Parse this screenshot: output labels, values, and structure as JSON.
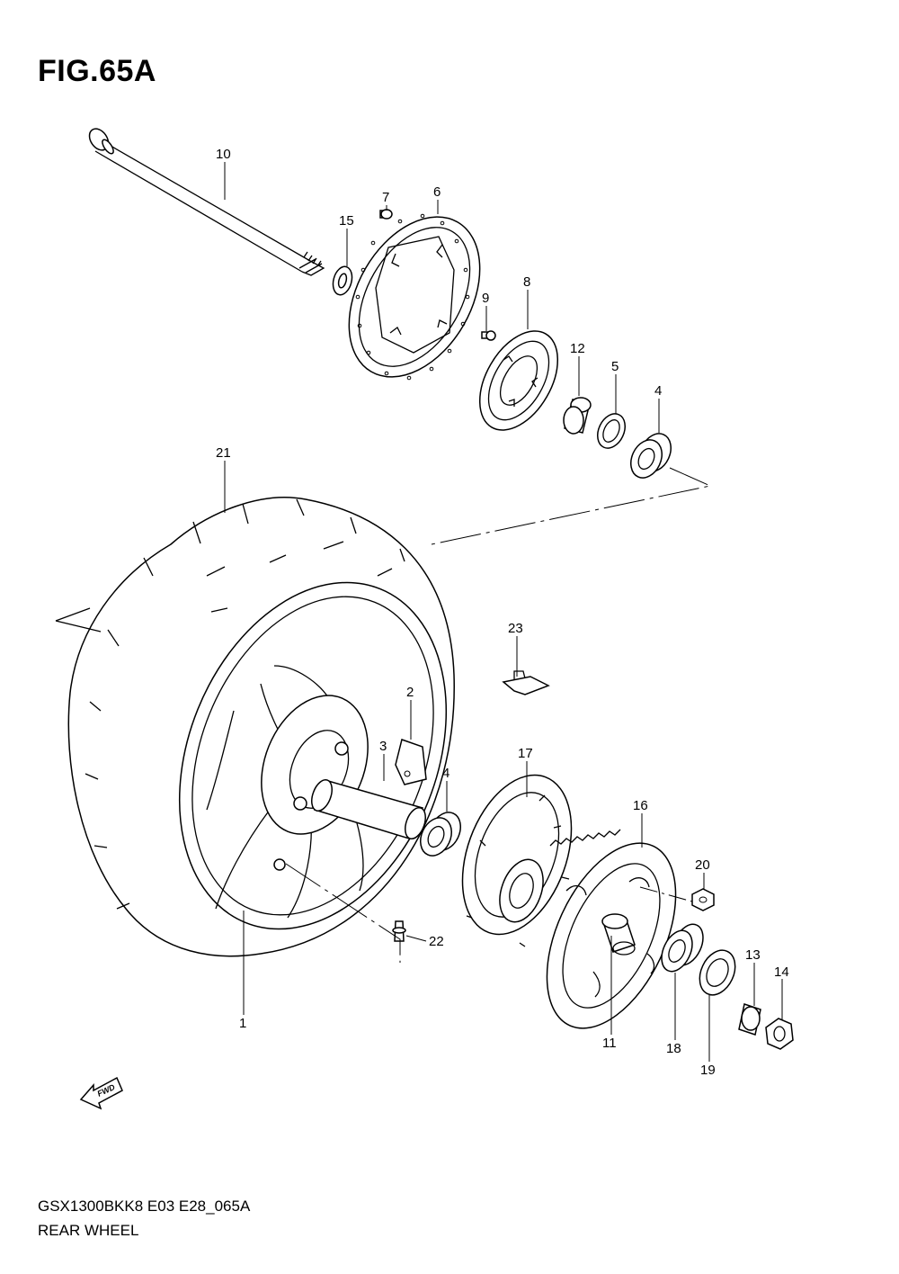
{
  "figure": {
    "title": "FIG.65A"
  },
  "footer": {
    "model_code": "GSX1300BKK8 E03 E28_065A",
    "section_name": "REAR WHEEL"
  },
  "fwd_arrow": {
    "label": "FWD"
  },
  "callouts": {
    "c1": "1",
    "c2": "2",
    "c3": "3",
    "c4a": "4",
    "c4b": "4",
    "c5": "5",
    "c6": "6",
    "c7": "7",
    "c8": "8",
    "c9": "9",
    "c10": "10",
    "c11": "11",
    "c12": "12",
    "c13": "13",
    "c14": "14",
    "c15": "15",
    "c16": "16",
    "c17": "17",
    "c18": "18",
    "c19": "19",
    "c20": "20",
    "c21": "21",
    "c22": "22",
    "c23": "23"
  }
}
